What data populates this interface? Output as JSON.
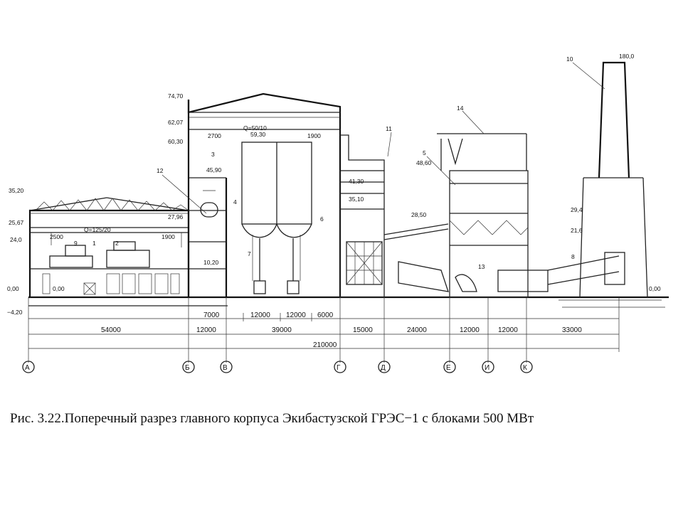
{
  "caption": "Рис. 3.22.Поперечный разрез главного корпуса Экибастузской ГРЭС−1 с блоками 500 МВт",
  "elevations": {
    "e7470": "74,70",
    "e6207": "62,07",
    "e6030": "60,30",
    "e5930": "59,30",
    "e4860": "48,60",
    "e4590": "45,90",
    "e4130": "41,30",
    "e3510": "35,10",
    "e3520": "35,20",
    "e2850": "28,50",
    "e2796": "27,96",
    "e2567": "25,67",
    "e2400": "24,0",
    "e1020": "10,20",
    "e294": "29,4",
    "e216": "21,6",
    "e000l": "0,00",
    "e000r": "0,00",
    "e000a": "0,00",
    "em420": "−4,20",
    "e1800": "180,0"
  },
  "notes": {
    "crane1": "Q=125/20",
    "crane2": "Q=50/10",
    "c2700": "2700",
    "c1900a": "1900",
    "c2500": "2500",
    "c1900b": "1900"
  },
  "callouts": [
    "1",
    "2",
    "3",
    "4",
    "5",
    "6",
    "7",
    "8",
    "9",
    "10",
    "11",
    "12",
    "13",
    "14"
  ],
  "dimensions_row1": [
    "54000",
    "12000",
    "39000",
    "15000",
    "24000",
    "12000",
    "12000",
    "33000"
  ],
  "dimensions_row2": [
    "7000",
    "12000",
    "12000",
    "6000"
  ],
  "total_dimension": "210000",
  "axes": [
    "А",
    "Б",
    "В",
    "Г",
    "Д",
    "Е",
    "И",
    "К"
  ]
}
